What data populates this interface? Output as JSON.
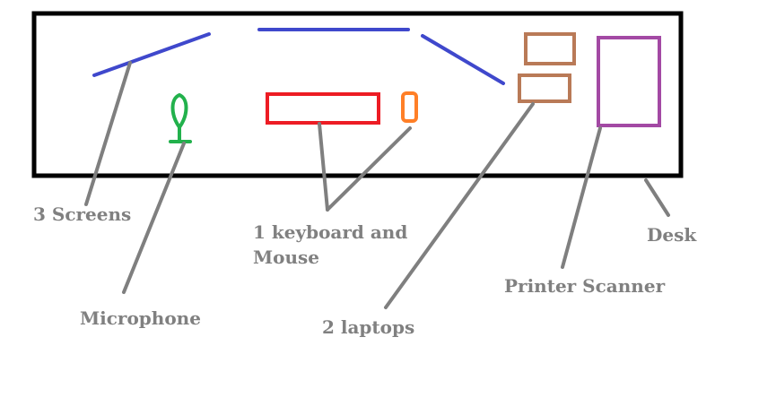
{
  "labels": {
    "screens": "3 Screens",
    "microphone": "Microphone",
    "keyboard_line1": "1 keyboard and",
    "keyboard_line2": "Mouse",
    "laptops": "2 laptops",
    "printer": "Printer Scanner",
    "desk": "Desk"
  },
  "colors": {
    "desk_outline": "#000000",
    "screen": "#3f48cc",
    "microphone": "#22b14c",
    "keyboard": "#ed1c24",
    "mouse": "#ff7f27",
    "laptop": "#b97a57",
    "printer": "#a349a4",
    "leader_line": "#7f7f7f",
    "label_text": "#808080"
  }
}
